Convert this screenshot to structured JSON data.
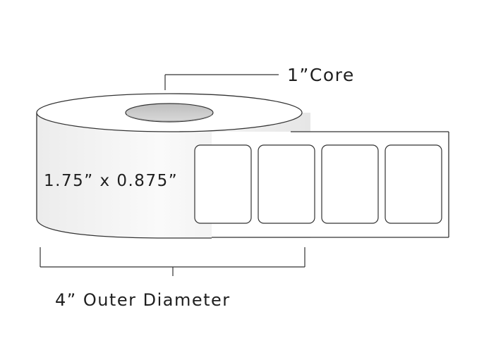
{
  "labels": {
    "core": "1”Core",
    "label_size": "1.75” x 0.875”",
    "outer_diameter": "4” Outer Diameter"
  },
  "colors": {
    "line": "#333333",
    "roll_light": "#ffffff",
    "roll_shade": "#dcdcdc",
    "core_hole": "#c8c8c8",
    "text": "#1f1f1f"
  },
  "visible_labels_on_strip": 4
}
